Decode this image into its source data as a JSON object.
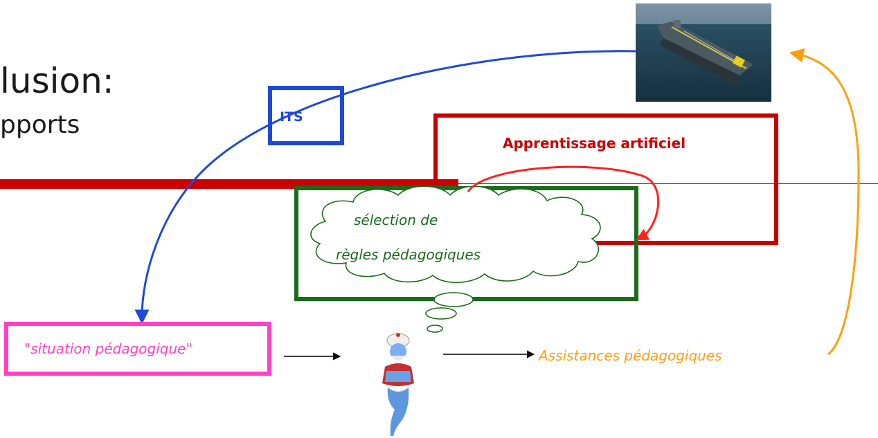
{
  "slide": {
    "title_fragment": "lusion:",
    "subtitle_fragment": "pports"
  },
  "diagram": {
    "its_label": "ITS",
    "ml_label": "Apprentissage artificiel",
    "cloud_line1": "sélection de",
    "cloud_line2": "règles pédagogiques",
    "situation_label": "\"situation pédagogique\"",
    "assistance_label": "Assistances pédagogiques"
  },
  "colors": {
    "accent_red": "#cc0000",
    "its_blue": "#1f49d8",
    "ml_red": "#c80000",
    "pedagogy_green": "#1b6b1b",
    "situation_pink": "#ff40c8",
    "assistance_orange": "#ff9f10"
  },
  "icons": {
    "simulator": "aircraft-carrier-image",
    "agent": "genie-character"
  }
}
